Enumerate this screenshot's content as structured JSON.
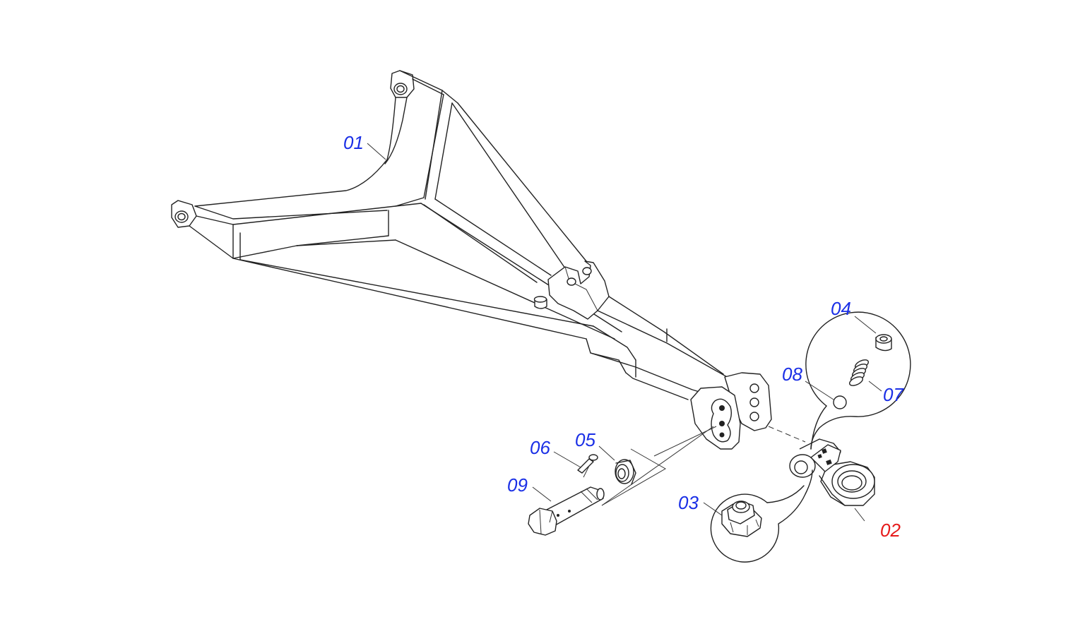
{
  "callouts": [
    {
      "id": "01",
      "label": "01",
      "color": "#1a2fe6"
    },
    {
      "id": "02",
      "label": "02",
      "color": "#e61a1a"
    },
    {
      "id": "03",
      "label": "03",
      "color": "#1a2fe6"
    },
    {
      "id": "04",
      "label": "04",
      "color": "#1a2fe6"
    },
    {
      "id": "05",
      "label": "05",
      "color": "#1a2fe6"
    },
    {
      "id": "06",
      "label": "06",
      "color": "#1a2fe6"
    },
    {
      "id": "07",
      "label": "07",
      "color": "#1a2fe6"
    },
    {
      "id": "08",
      "label": "08",
      "color": "#1a2fe6"
    },
    {
      "id": "09",
      "label": "09",
      "color": "#1a2fe6"
    }
  ]
}
